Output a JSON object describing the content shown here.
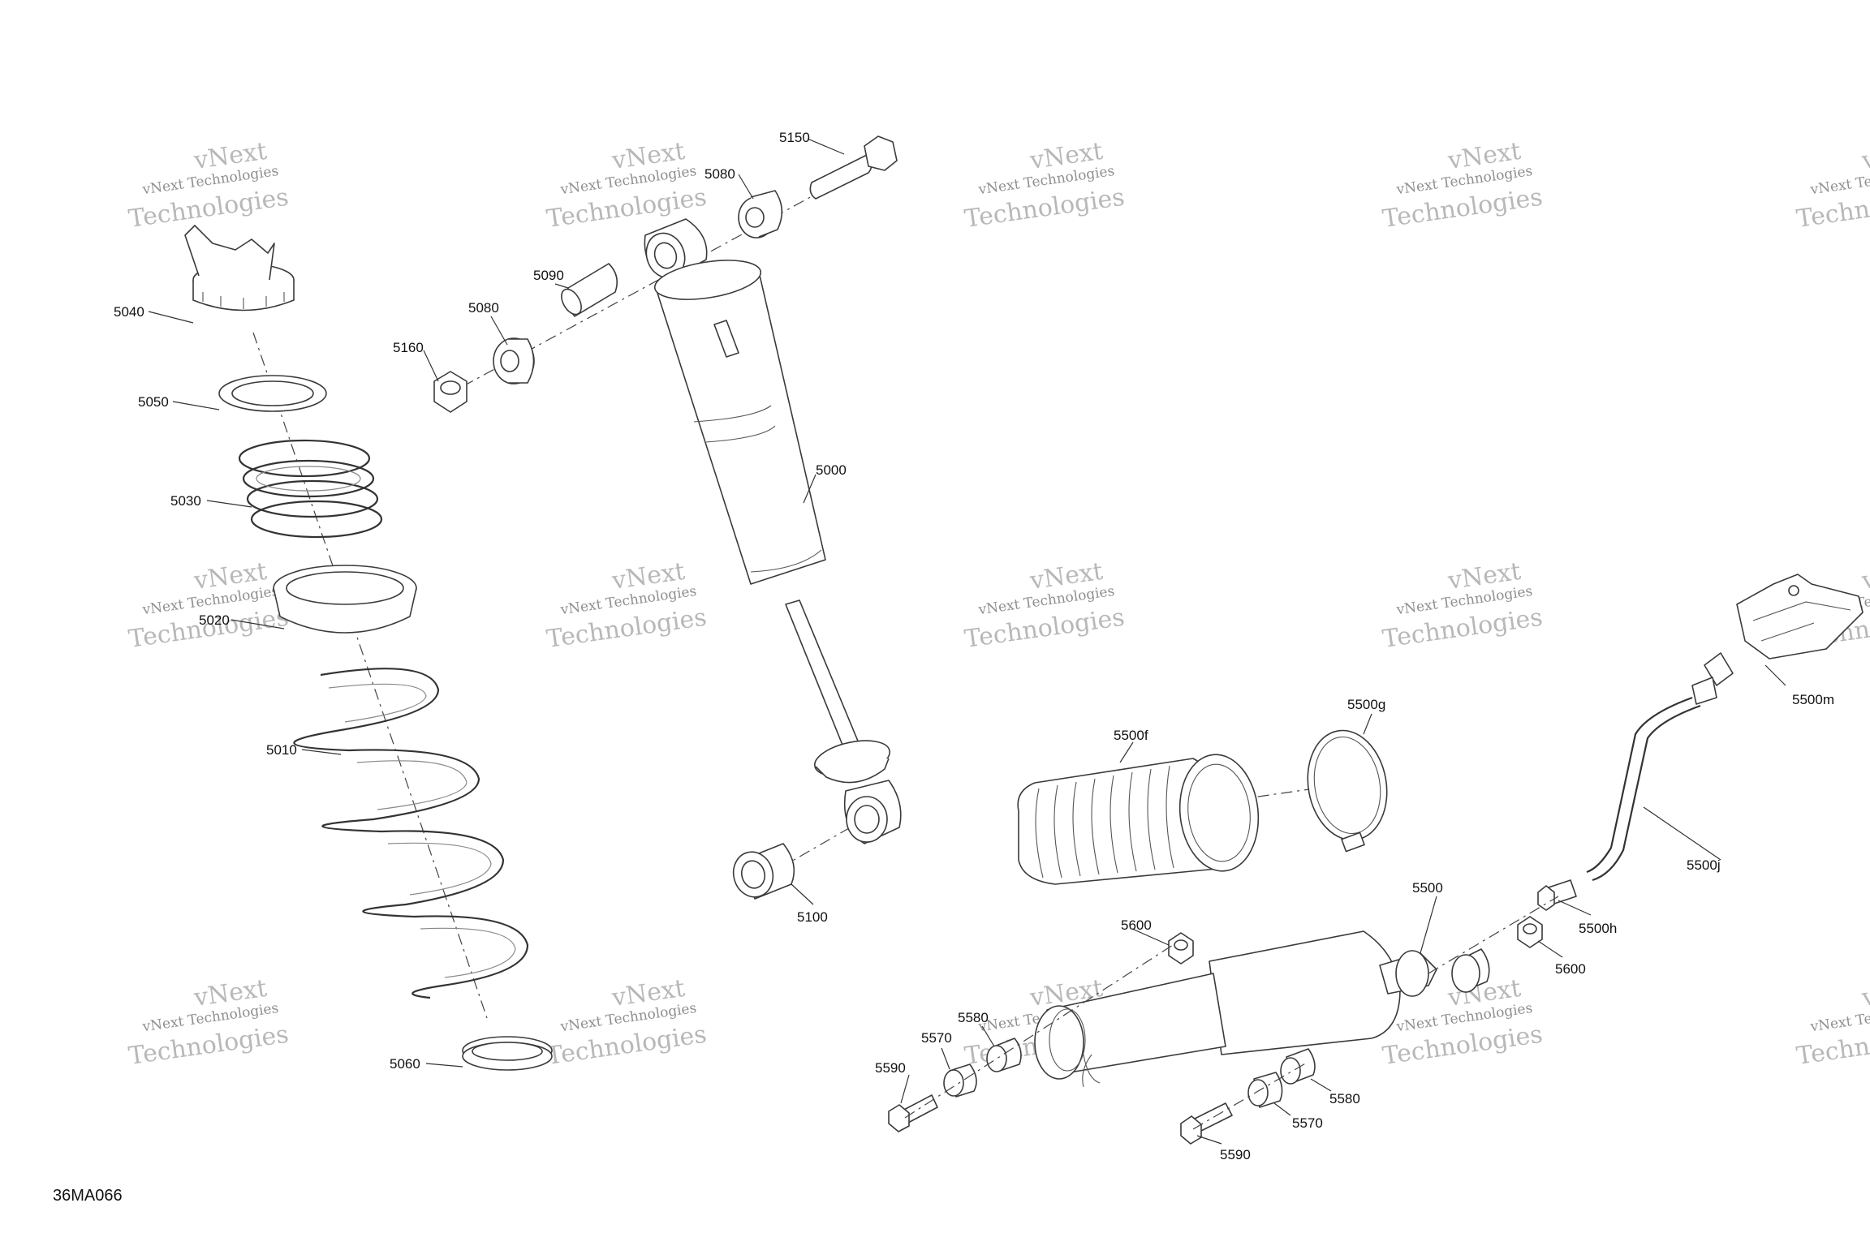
{
  "watermark": {
    "line1": "vNext Technologies",
    "line2": "Technologies",
    "overlay": "vNext"
  },
  "drawing_ref": "36MA066",
  "callouts": {
    "c5040": "5040",
    "c5050": "5050",
    "c5030": "5030",
    "c5020": "5020",
    "c5010": "5010",
    "c5060": "5060",
    "c5160": "5160",
    "c5080a": "5080",
    "c5090": "5090",
    "c5080b": "5080",
    "c5150": "5150",
    "c5000": "5000",
    "c5100": "5100",
    "c5500f": "5500f",
    "c5500g": "5500g",
    "c5500m": "5500m",
    "c5500j": "5500j",
    "c5500h": "5500h",
    "c5500": "5500",
    "c5600a": "5600",
    "c5600b": "5600",
    "c5580a": "5580",
    "c5570a": "5570",
    "c5590a": "5590",
    "c5580b": "5580",
    "c5570b": "5570",
    "c5590b": "5590"
  }
}
